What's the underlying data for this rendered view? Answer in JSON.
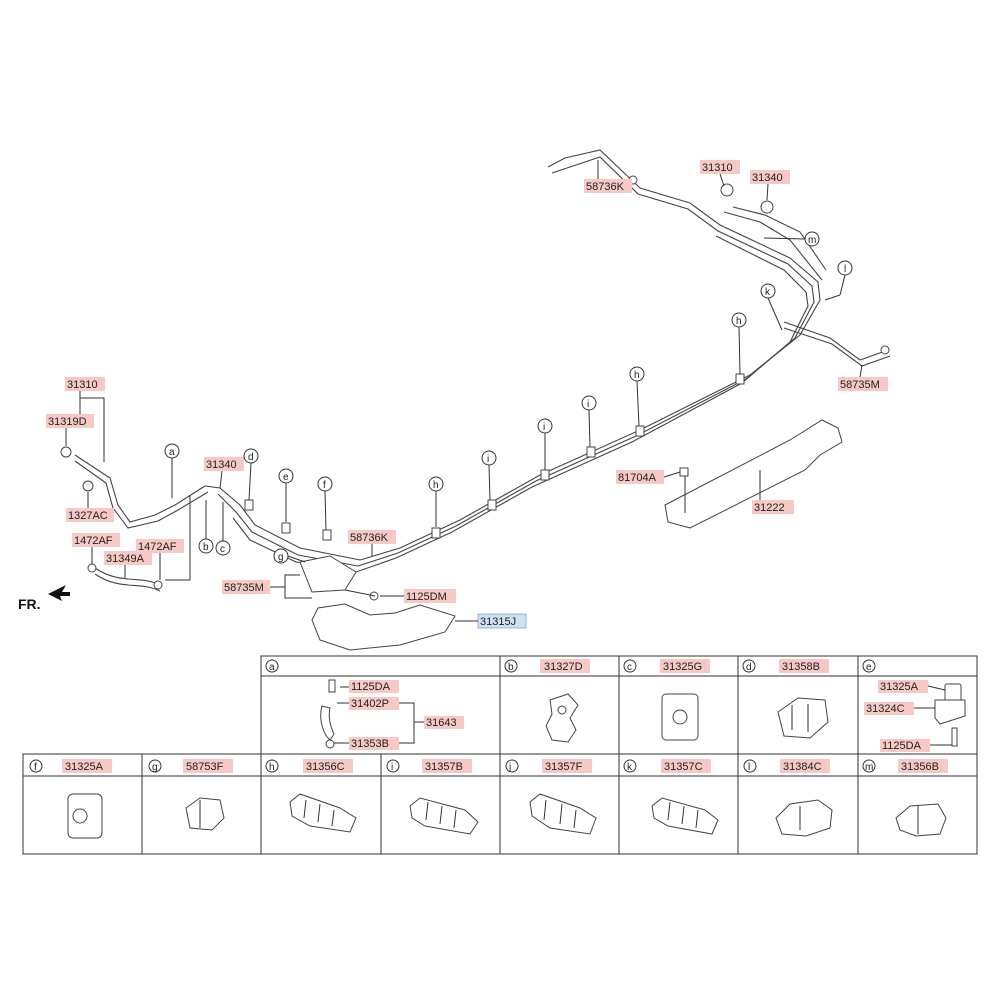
{
  "diagram": {
    "front_marker": "FR.",
    "callouts": {
      "c31310_top": "31310",
      "c31340_top": "31340",
      "c58736K_top": "58736K",
      "c58735M_right": "58735M",
      "c81704A": "81704A",
      "c31222": "31222",
      "c31310_left": "31310",
      "c31319D": "31319D",
      "c1327AC": "1327AC",
      "c1472AF_a": "1472AF",
      "c1472AF_b": "1472AF",
      "c31349A": "31349A",
      "c31340_mid": "31340",
      "c58736K_mid": "58736K",
      "c58735M_left": "58735M",
      "c1125DM": "1125DM",
      "c31315J": "31315J"
    },
    "main_letters": {
      "a": "a",
      "b": "b",
      "c": "c",
      "d": "d",
      "e": "e",
      "f": "f",
      "g": "g",
      "h1": "h",
      "h2": "h",
      "h3": "h",
      "i1": "i",
      "i2": "i",
      "i3": "i",
      "k": "k",
      "l": "l",
      "m": "m"
    }
  },
  "parts_table": {
    "row1": [
      {
        "letter": "a",
        "parts": [
          "1125DA",
          "31402P",
          "31643",
          "31353B"
        ]
      },
      {
        "letter": "b",
        "part": "31327D"
      },
      {
        "letter": "c",
        "part": "31325G"
      },
      {
        "letter": "d",
        "part": "31358B"
      },
      {
        "letter": "e",
        "parts": [
          "31325A",
          "31324C",
          "1125DA"
        ]
      }
    ],
    "row2": [
      {
        "letter": "f",
        "part": "31325A"
      },
      {
        "letter": "g",
        "part": "58753F"
      },
      {
        "letter": "h",
        "part": "31356C"
      },
      {
        "letter": "i",
        "part": "31357B"
      },
      {
        "letter": "j",
        "part": "31357F"
      },
      {
        "letter": "k",
        "part": "31357C"
      },
      {
        "letter": "l",
        "part": "31384C"
      },
      {
        "letter": "m",
        "part": "31356B"
      }
    ]
  }
}
